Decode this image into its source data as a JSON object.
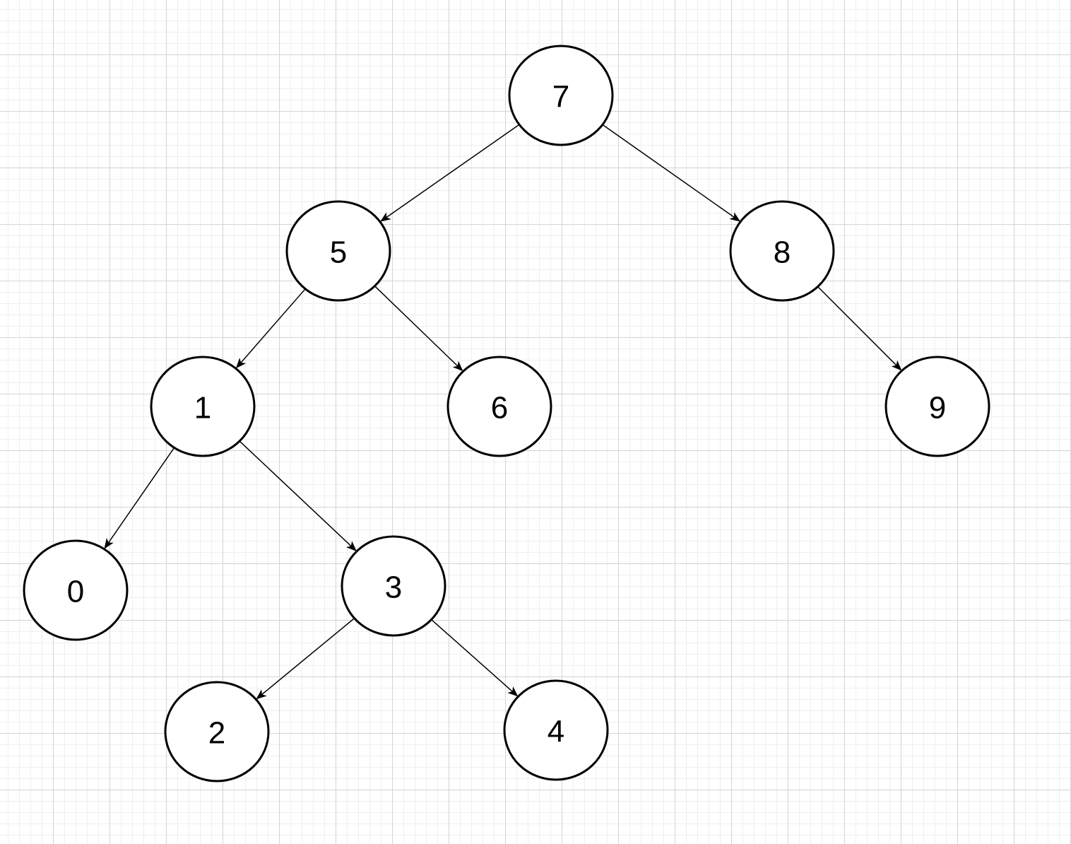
{
  "diagram": {
    "type": "binary-tree",
    "nodes": [
      {
        "id": "n7",
        "label": "7"
      },
      {
        "id": "n5",
        "label": "5"
      },
      {
        "id": "n8",
        "label": "8"
      },
      {
        "id": "n1",
        "label": "1"
      },
      {
        "id": "n6",
        "label": "6"
      },
      {
        "id": "n9",
        "label": "9"
      },
      {
        "id": "n0",
        "label": "0"
      },
      {
        "id": "n3",
        "label": "3"
      },
      {
        "id": "n2",
        "label": "2"
      },
      {
        "id": "n4",
        "label": "4"
      }
    ],
    "edges": [
      {
        "from": "n7",
        "to": "n5"
      },
      {
        "from": "n7",
        "to": "n8"
      },
      {
        "from": "n5",
        "to": "n1"
      },
      {
        "from": "n5",
        "to": "n6"
      },
      {
        "from": "n8",
        "to": "n9"
      },
      {
        "from": "n1",
        "to": "n0"
      },
      {
        "from": "n1",
        "to": "n3"
      },
      {
        "from": "n3",
        "to": "n2"
      },
      {
        "from": "n3",
        "to": "n4"
      }
    ],
    "stroke_color": "#000000",
    "fill_color": "#ffffff",
    "grid_color": "#d4d4d4"
  }
}
